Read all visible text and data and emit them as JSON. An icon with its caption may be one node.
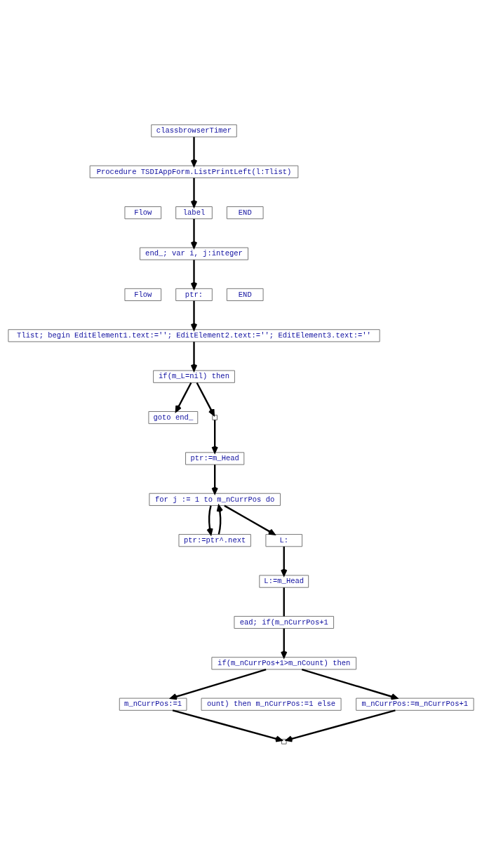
{
  "diagram": {
    "nodes": [
      {
        "text": [
          "classbrowserTimer"
        ]
      },
      {
        "text": [
          "Procedure TSDIAppForm.ListPrintLeft(l:Tlist)"
        ]
      },
      {
        "text": [
          "Flow"
        ]
      },
      {
        "text": [
          "label"
        ]
      },
      {
        "text": [
          "END"
        ]
      },
      {
        "text": [
          "end_; var i, j:integer"
        ]
      },
      {
        "text": [
          "Flow"
        ]
      },
      {
        "text": [
          "ptr:"
        ]
      },
      {
        "text": [
          "END"
        ]
      },
      {
        "text": [
          "Tlist; begin EditElement1.text:=''; EditElement2.text:=''; EditElement3.text:=''"
        ]
      },
      {
        "text": [
          "if(m_L=nil) then"
        ]
      },
      {
        "text": [
          "goto end_"
        ]
      },
      {
        "text": [],
        "shape": "box"
      },
      {
        "text": [
          "ptr:=m_Head"
        ]
      },
      {
        "text": [
          "for j := 1 to m_nCurrPos do"
        ]
      },
      {
        "text": [
          "ptr:=ptr^.next"
        ]
      },
      {
        "text": [
          "L:"
        ]
      },
      {
        "text": [
          "L:=m_Head"
        ]
      },
      {
        "text": [
          "ead; if(m_nCurrPos+1"
        ]
      },
      {
        "text": [
          "if(m_nCurrPos+1>m_nCount) then"
        ]
      },
      {
        "text": [
          "m_nCurrPos:=1"
        ]
      },
      {
        "text": [
          "ount) then m_nCurrPos:=1 else"
        ]
      },
      {
        "text": [
          "m_nCurrPos:=m_nCurrPos+1"
        ]
      },
      {
        "text": [],
        "shape": "box"
      }
    ],
    "edges": [
      {
        "from": 0,
        "to": 1,
        "arrow": "to"
      },
      {
        "from": 1,
        "to": 3,
        "arrow": "to"
      },
      {
        "from": 3,
        "to": 5,
        "arrow": "to"
      },
      {
        "from": 5,
        "to": 7,
        "arrow": "to"
      },
      {
        "from": 7,
        "to": 9,
        "arrow": "to"
      },
      {
        "from": 9,
        "to": 10,
        "arrow": "to"
      },
      {
        "from": 10,
        "to": 11,
        "arrow": "to"
      },
      {
        "from": 10,
        "to": 12,
        "arrow": "to"
      },
      {
        "from": 12,
        "to": 13,
        "arrow": "to"
      },
      {
        "from": 13,
        "to": 14,
        "arrow": "to"
      },
      {
        "from": 14,
        "to": 15,
        "arrow": "to"
      },
      {
        "from": 15,
        "to": 14,
        "arrow": "to"
      },
      {
        "from": 14,
        "to": 16,
        "arrow": "to"
      },
      {
        "from": 16,
        "to": 17,
        "arrow": "to"
      },
      {
        "from": 17,
        "to": 18,
        "arrow": "none"
      },
      {
        "from": 18,
        "to": 19,
        "arrow": "to"
      },
      {
        "from": 19,
        "to": 20,
        "arrow": "to"
      },
      {
        "from": 19,
        "to": 22,
        "arrow": "to"
      },
      {
        "from": 20,
        "to": 23,
        "arrow": "to"
      },
      {
        "from": 22,
        "to": 23,
        "arrow": "to"
      }
    ]
  }
}
